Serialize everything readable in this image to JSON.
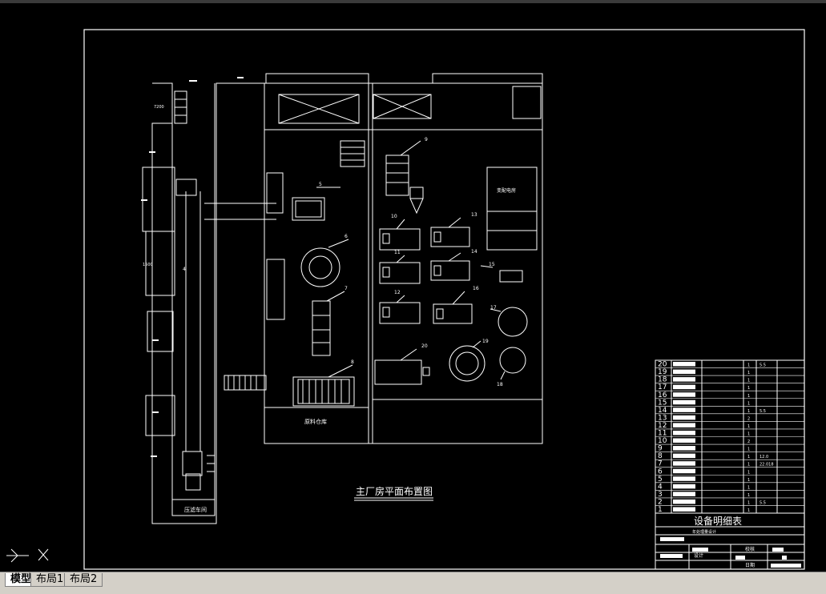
{
  "drawing": {
    "plan_title": "主厂房平面布置图",
    "table_title": "设备明细表",
    "room_labels": {
      "control_room": "变配电房",
      "crusher_room": "原料仓库",
      "office": "压滤车间"
    },
    "equipment_numbers": [
      "1",
      "2",
      "3",
      "4",
      "5",
      "6",
      "7",
      "8",
      "9",
      "10",
      "11",
      "12",
      "13",
      "14",
      "15",
      "16",
      "17",
      "18",
      "19",
      "20"
    ],
    "dimension_texts": {
      "d1": "7200",
      "d2": "1500"
    },
    "bom_rows": [
      {
        "no": "20",
        "qty": "1",
        "note": "5.5"
      },
      {
        "no": "19",
        "qty": "1",
        "note": ""
      },
      {
        "no": "18",
        "qty": "1",
        "note": ""
      },
      {
        "no": "17",
        "qty": "1",
        "note": ""
      },
      {
        "no": "16",
        "qty": "1",
        "note": ""
      },
      {
        "no": "15",
        "qty": "1",
        "note": ""
      },
      {
        "no": "14",
        "qty": "1",
        "note": "5.5"
      },
      {
        "no": "13",
        "qty": "2",
        "note": ""
      },
      {
        "no": "12",
        "qty": "1",
        "note": ""
      },
      {
        "no": "11",
        "qty": "1",
        "note": ""
      },
      {
        "no": "10",
        "qty": "2",
        "note": ""
      },
      {
        "no": "9",
        "qty": "1",
        "note": ""
      },
      {
        "no": "8",
        "qty": "1",
        "note": "12.0"
      },
      {
        "no": "7",
        "qty": "1",
        "note": "22.018"
      },
      {
        "no": "6",
        "qty": "1",
        "note": ""
      },
      {
        "no": "5",
        "qty": "1",
        "note": ""
      },
      {
        "no": "4",
        "qty": "1",
        "note": ""
      },
      {
        "no": "3",
        "qty": "1",
        "note": ""
      },
      {
        "no": "2",
        "qty": "1",
        "note": "5.5"
      },
      {
        "no": "1",
        "qty": "1",
        "note": ""
      }
    ],
    "table_subtitle": "年处理量设计",
    "title_block": {
      "field_a": "设计",
      "field_b": "校核",
      "field_c": "日期"
    }
  },
  "tabs": [
    {
      "label": "模型",
      "active": true
    },
    {
      "label": "布局1",
      "active": false
    },
    {
      "label": "布局2",
      "active": false
    }
  ],
  "ucs": {
    "x_label": "X"
  }
}
